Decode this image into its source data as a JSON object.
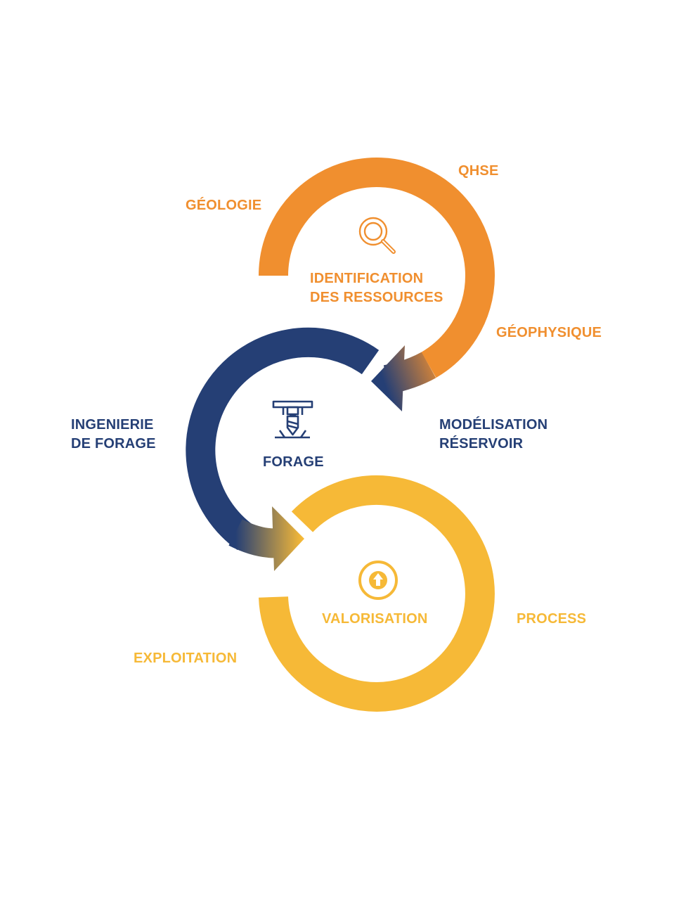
{
  "colors": {
    "orange": "#F08F2F",
    "blue": "#253F75",
    "yellow": "#F6B937"
  },
  "stages": {
    "identification": {
      "title_line1": "IDENTIFICATION",
      "title_line2": "DES RESSOURCES",
      "icon": "magnifier-icon",
      "labels": {
        "geologie": "GÉOLOGIE",
        "qhse": "QHSE",
        "geophysique": "GÉOPHYSIQUE"
      }
    },
    "forage": {
      "title": "FORAGE",
      "icon": "drill-rig-icon",
      "labels": {
        "ingenierie_line1": "INGENIERIE",
        "ingenierie_line2": "DE FORAGE",
        "modelisation_line1": "MODÉLISATION",
        "modelisation_line2": "RÉSERVOIR"
      }
    },
    "valorisation": {
      "title": "VALORISATION",
      "icon": "up-arrow-circle-icon",
      "labels": {
        "process": "PROCESS",
        "exploitation": "EXPLOITATION"
      }
    }
  }
}
